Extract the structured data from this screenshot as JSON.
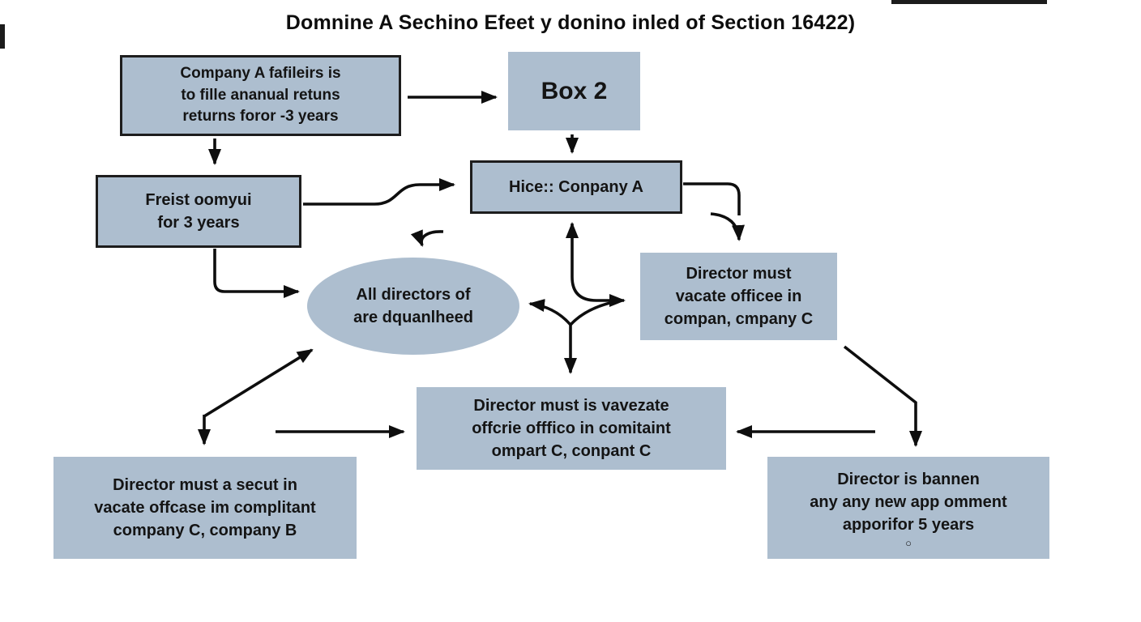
{
  "title": "Domnine A Sechino Efeet y donino inled of Section 16422)",
  "colors": {
    "background": "#ffffff",
    "node_fill": "#adbecf",
    "node_border": "#1d1d1d",
    "arrow": "#0e0e0e",
    "text": "#141414"
  },
  "nodes": {
    "company_a": {
      "lines": [
        "Company A fafileirs is",
        "to fille ananual retuns",
        "returns foror -3 years"
      ]
    },
    "box2": {
      "label": "Box 2"
    },
    "freist": {
      "lines": [
        "Freist oomyui",
        "for 3 years"
      ]
    },
    "hice": {
      "label": "Hice:: Conpany A"
    },
    "ellipse": {
      "lines": [
        "All directors of",
        "are dquanlheed"
      ]
    },
    "director_right": {
      "lines": [
        "Director must",
        "vacate officee in",
        "compan, cmpany C"
      ]
    },
    "center_bottom": {
      "lines": [
        "Director must is vavezate",
        "offcrie offfico in comitaint",
        "ompart C, conpant C"
      ]
    },
    "bottom_left": {
      "lines": [
        "Director must a secut in",
        "vacate offcase im complitant",
        "company C, company B"
      ]
    },
    "bottom_right": {
      "lines": [
        "Director is bannen",
        "any any new app omment",
        "apporifor 5 years"
      ],
      "marker": "○"
    }
  }
}
